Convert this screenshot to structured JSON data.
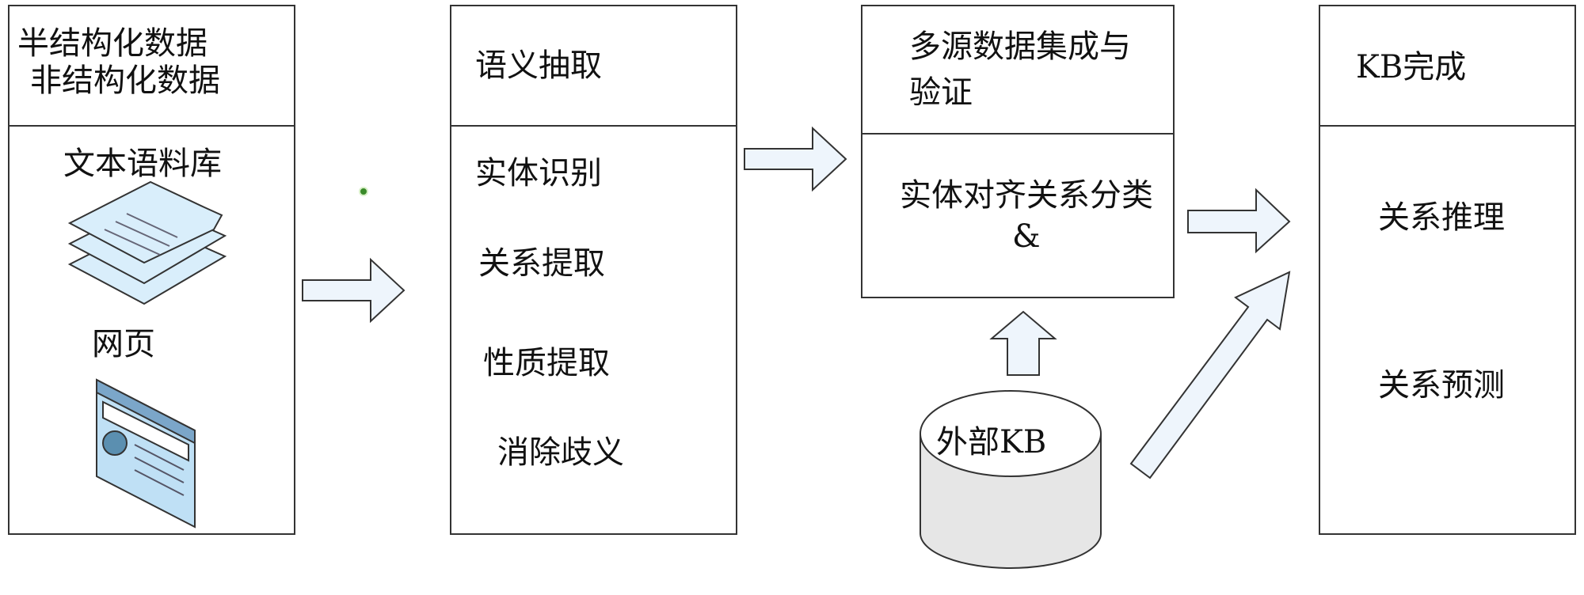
{
  "col1": {
    "header_line1": "半结构化数据",
    "header_line2": "非结构化数据",
    "corpus_label": "文本语料库",
    "web_label": "网页"
  },
  "col2": {
    "header": "语义抽取",
    "items": [
      "实体识别",
      "关系提取",
      "性质提取",
      "消除歧义"
    ]
  },
  "col3": {
    "header_line1": "多源数据集成与",
    "header_line2": "验证",
    "body_line1": "实体对齐关系分类",
    "body_line2": "&"
  },
  "external_kb": {
    "label": "外部KB"
  },
  "col4": {
    "header": "KB完成",
    "items": [
      "关系推理",
      "关系预测"
    ]
  },
  "colors": {
    "arrow_fill": "#eef5fc",
    "line": "#333333",
    "doc_fill": "#d9eefb",
    "cylinder_fill": "#ececec"
  }
}
